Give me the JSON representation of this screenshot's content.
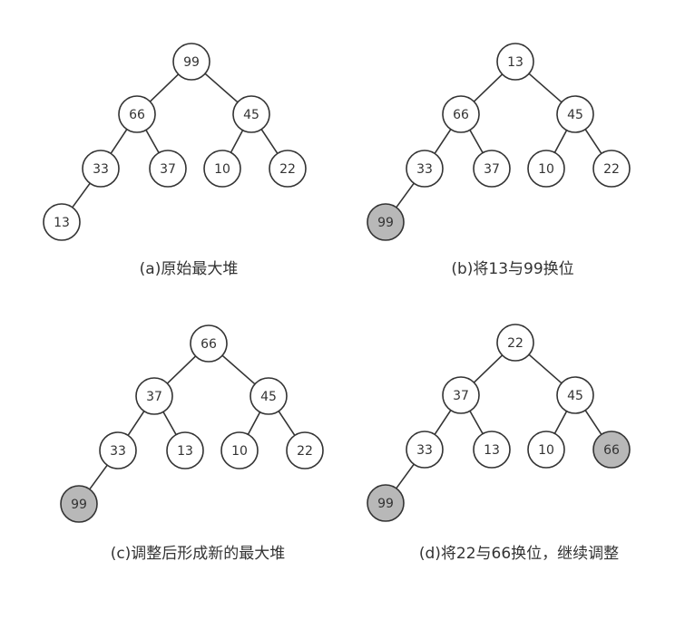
{
  "panels": [
    {
      "caption": "(a)原始最大堆",
      "nodes": [
        {
          "value": "99",
          "highlight": false
        },
        {
          "value": "66",
          "highlight": false
        },
        {
          "value": "45",
          "highlight": false
        },
        {
          "value": "33",
          "highlight": false
        },
        {
          "value": "37",
          "highlight": false
        },
        {
          "value": "10",
          "highlight": false
        },
        {
          "value": "22",
          "highlight": false
        },
        {
          "value": "13",
          "highlight": false
        }
      ]
    },
    {
      "caption": "(b)将13与99换位",
      "nodes": [
        {
          "value": "13",
          "highlight": false
        },
        {
          "value": "66",
          "highlight": false
        },
        {
          "value": "45",
          "highlight": false
        },
        {
          "value": "33",
          "highlight": false
        },
        {
          "value": "37",
          "highlight": false
        },
        {
          "value": "10",
          "highlight": false
        },
        {
          "value": "22",
          "highlight": false
        },
        {
          "value": "99",
          "highlight": true
        }
      ]
    },
    {
      "caption": "(c)调整后形成新的最大堆",
      "nodes": [
        {
          "value": "66",
          "highlight": false
        },
        {
          "value": "37",
          "highlight": false
        },
        {
          "value": "45",
          "highlight": false
        },
        {
          "value": "33",
          "highlight": false
        },
        {
          "value": "13",
          "highlight": false
        },
        {
          "value": "10",
          "highlight": false
        },
        {
          "value": "22",
          "highlight": false
        },
        {
          "value": "99",
          "highlight": true
        }
      ]
    },
    {
      "caption": "(d)将22与66换位，继续调整",
      "nodes": [
        {
          "value": "22",
          "highlight": false
        },
        {
          "value": "37",
          "highlight": false
        },
        {
          "value": "45",
          "highlight": false
        },
        {
          "value": "33",
          "highlight": false
        },
        {
          "value": "13",
          "highlight": false
        },
        {
          "value": "10",
          "highlight": false
        },
        {
          "value": "66",
          "highlight": true
        },
        {
          "value": "99",
          "highlight": true
        }
      ]
    }
  ],
  "colors": {
    "node_fill": "#ffffff",
    "highlight_fill": "#b8b8b8",
    "stroke": "#333333",
    "text": "#333333"
  }
}
